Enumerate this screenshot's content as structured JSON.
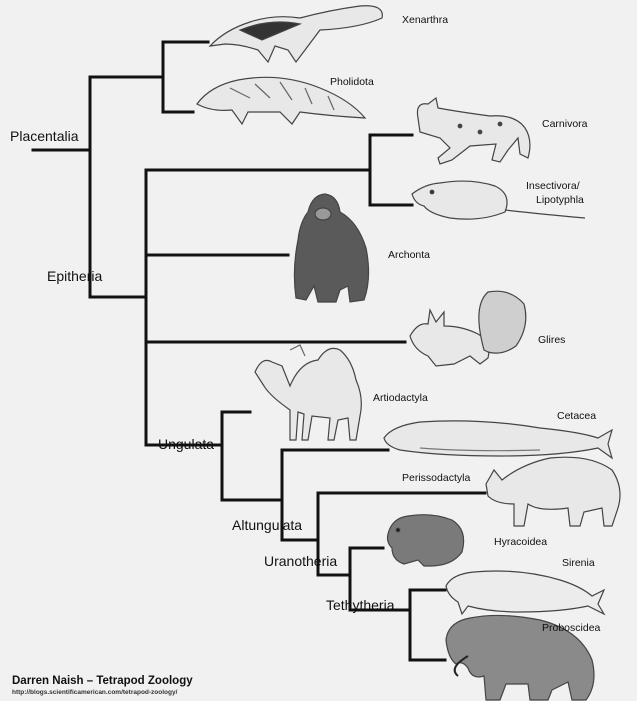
{
  "node_labels": {
    "placentalia": "Placentalia",
    "epitheria": "Epitheria",
    "ungulata": "Ungulata",
    "altungulata": "Altungulata",
    "uranotheria": "Uranotheria",
    "tethytheria": "Tethytheria"
  },
  "taxa": {
    "xenarthra": "Xenarthra",
    "pholidota": "Pholidota",
    "carnivora": "Carnivora",
    "insectivora_line1": "Insectivora/",
    "insectivora_line2": "Lipotyphla",
    "archonta": "Archonta",
    "glires": "Glires",
    "artiodactyla": "Artiodactyla",
    "cetacea": "Cetacea",
    "perissodactyla": "Perissodactyla",
    "hyracoidea": "Hyracoidea",
    "sirenia": "Sirenia",
    "proboscidea": "Proboscidea"
  },
  "animals": {
    "anteater": "anteater-illustration",
    "pangolin": "pangolin-illustration",
    "lynx": "lynx-illustration",
    "shrew": "shrew-illustration",
    "gorilla": "gorilla-illustration",
    "squirrel": "squirrel-illustration",
    "camel": "camel-illustration",
    "whale": "whale-illustration",
    "rhino": "rhino-illustration",
    "hyrax": "hyrax-illustration",
    "dugong": "dugong-illustration",
    "mammoth": "mammoth-illustration"
  },
  "credit": {
    "title": "Darren Naish – Tetrapod Zoology",
    "url": "http://blogs.scientificamerican.com/tetrapod-zoology/"
  },
  "colors": {
    "background": "#f1f1f1",
    "tree_line": "#111111",
    "sketch": "#444444"
  }
}
